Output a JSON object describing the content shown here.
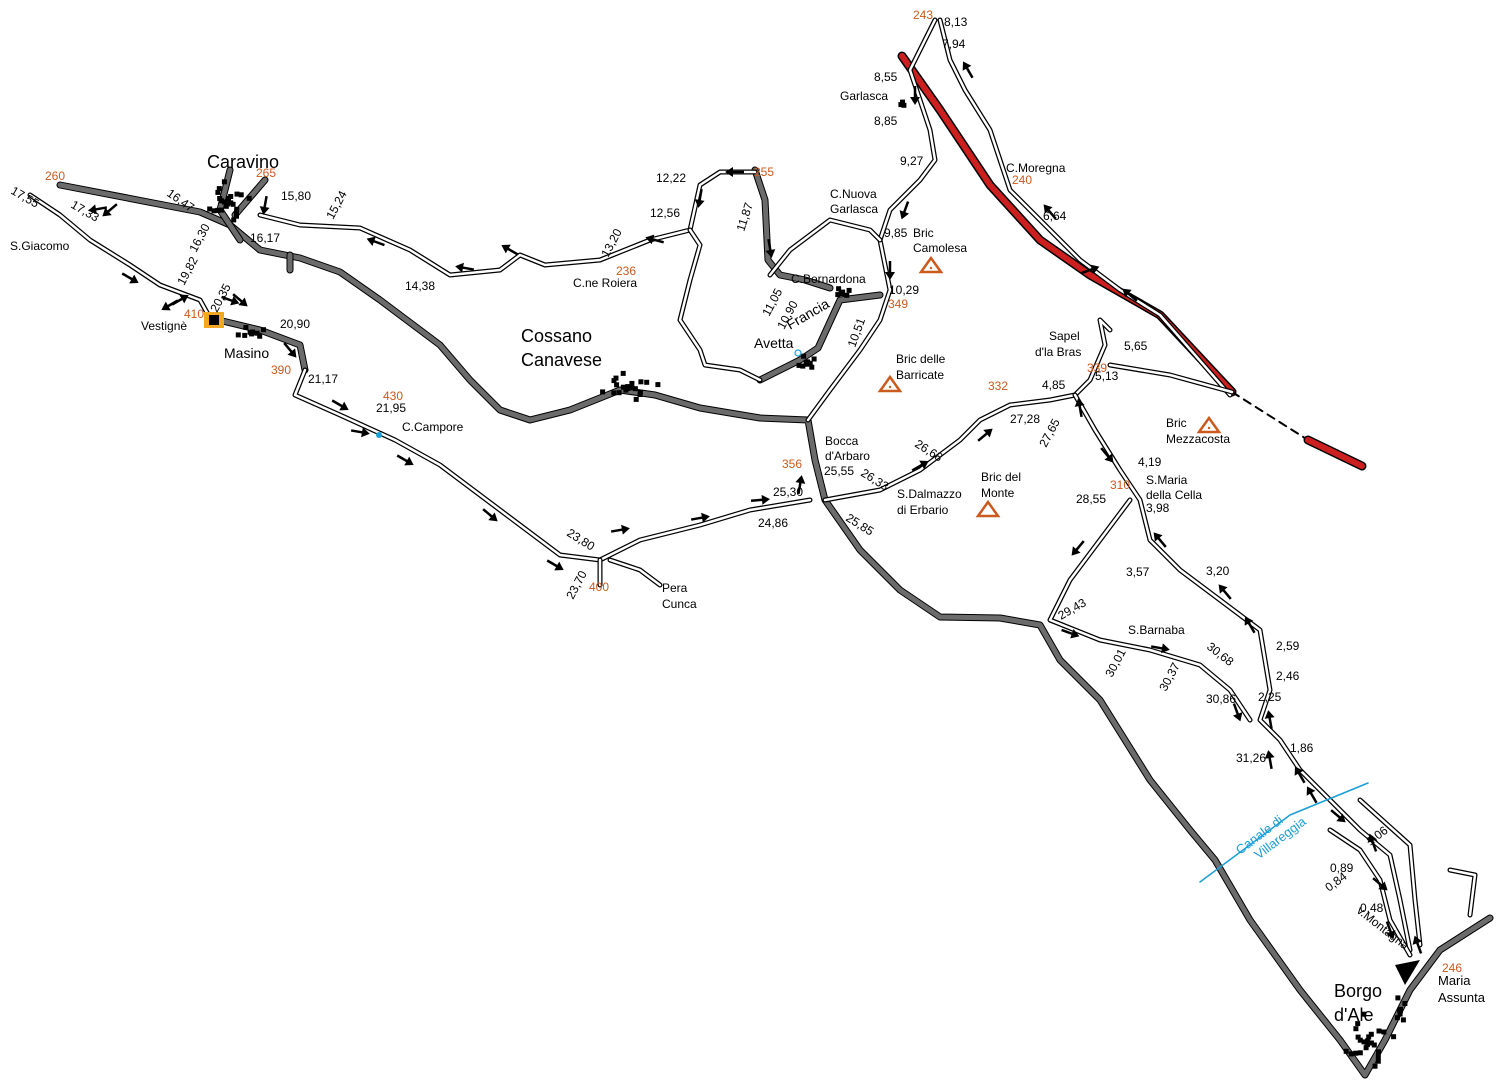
{
  "colors": {
    "road": "#000000",
    "main_road": "#6b6b6b",
    "railway": "#cc1f1f",
    "elevation": "#cc5a1e",
    "water": "#1a9fd6",
    "castle": "#f5a623"
  },
  "towns": [
    {
      "id": "caravino",
      "lines": [
        "Caravino"
      ]
    },
    {
      "id": "cossano",
      "lines": [
        "Cossano",
        "Canavese"
      ]
    },
    {
      "id": "borgo",
      "lines": [
        "Borgo",
        "d'Ale"
      ]
    }
  ],
  "places": [
    {
      "id": "s-giacomo",
      "text": "S.Giacomo"
    },
    {
      "id": "vestigne",
      "text": "Vestignè"
    },
    {
      "id": "masino",
      "text": "Masino"
    },
    {
      "id": "c-campore",
      "text": "C.Campore"
    },
    {
      "id": "pera-cunca-1",
      "text": "Pera"
    },
    {
      "id": "pera-cunca-2",
      "text": "Cunca"
    },
    {
      "id": "c-ne-roiera",
      "text": "C.ne Roiera"
    },
    {
      "id": "c-bernardona",
      "text": "C.Bernardona"
    },
    {
      "id": "francia",
      "text": "Francia"
    },
    {
      "id": "avetta",
      "text": "Avetta"
    },
    {
      "id": "c-nuova-garlasca-1",
      "text": "C.Nuova"
    },
    {
      "id": "c-nuova-garlasca-2",
      "text": "Garlasca"
    },
    {
      "id": "garlasca",
      "text": "Garlasca"
    },
    {
      "id": "c-moregna",
      "text": "C.Moregna"
    },
    {
      "id": "bric-camolesa-1",
      "text": "Bric"
    },
    {
      "id": "bric-camolesa-2",
      "text": "Camolesa"
    },
    {
      "id": "bric-barricate-1",
      "text": "Bric delle"
    },
    {
      "id": "bric-barricate-2",
      "text": "Barricate"
    },
    {
      "id": "bocca-arbaro-1",
      "text": "Bocca"
    },
    {
      "id": "bocca-arbaro-2",
      "text": "d'Arbaro"
    },
    {
      "id": "s-dalmazzo-1",
      "text": "S.Dalmazzo"
    },
    {
      "id": "s-dalmazzo-2",
      "text": "di Erbario"
    },
    {
      "id": "bric-monte-1",
      "text": "Bric del"
    },
    {
      "id": "bric-monte-2",
      "text": "Monte"
    },
    {
      "id": "sapel-1",
      "text": "Sapel"
    },
    {
      "id": "sapel-2",
      "text": "d'la Bras"
    },
    {
      "id": "bric-mezzacosta-1",
      "text": "Bric"
    },
    {
      "id": "bric-mezzacosta-2",
      "text": "Mezzacosta"
    },
    {
      "id": "s-maria-cella-1",
      "text": "S.Maria"
    },
    {
      "id": "s-maria-cella-2",
      "text": "della Cella"
    },
    {
      "id": "s-barnaba",
      "text": "S.Barnaba"
    },
    {
      "id": "v-montagna",
      "text": "v.Montagna"
    },
    {
      "id": "maria-assunta-1",
      "text": "Maria"
    },
    {
      "id": "maria-assunta-2",
      "text": "Assunta"
    }
  ],
  "water_label": [
    "Canale di",
    "Villareggia"
  ],
  "elevations": [
    "260",
    "265",
    "410",
    "390",
    "430",
    "400",
    "236",
    "255",
    "243",
    "240",
    "349",
    "356",
    "332",
    "339",
    "310",
    "246"
  ],
  "distances": [
    "17,55",
    "17,33",
    "16,47",
    "16,30",
    "16,17",
    "15,80",
    "15,24",
    "14,38",
    "13,20",
    "12,56",
    "12,22",
    "11,87",
    "11,05",
    "10,90",
    "10,51",
    "10,29",
    "9,85",
    "9,27",
    "8,85",
    "8,55",
    "8,13",
    "7,94",
    "6,64",
    "5,65",
    "5,13",
    "4,85",
    "4,19",
    "3,98",
    "3,57",
    "3,20",
    "2,59",
    "2,46",
    "2,25",
    "1,86",
    "1,06",
    "0,89",
    "0,84",
    "0,48",
    "19,82",
    "20,35",
    "20,90",
    "21,17",
    "21,95",
    "23,80",
    "23,70",
    "24,86",
    "25,30",
    "25,55",
    "25,85",
    "26,33",
    "26,68",
    "27,28",
    "27,65",
    "28,55",
    "29,43",
    "30,01",
    "30,37",
    "30,68",
    "30,86",
    "31,26"
  ]
}
